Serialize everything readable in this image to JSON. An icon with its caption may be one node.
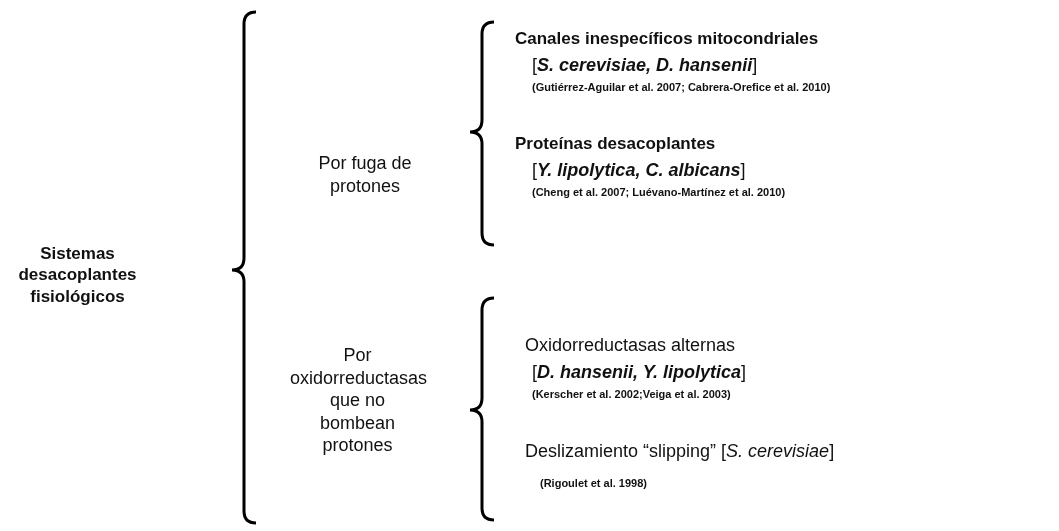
{
  "diagram": {
    "labels": [
      "Sistemas desacoplantes fisiológicos",
      "Por fuga de protones",
      "Canales inespecíficos mitocondriales",
      "[*S. cerevisiae, D. hansenii*]",
      "(Gutiérrez-Aguilar et al. 2007; Cabrera-Orefice et al. 2010)",
      "Proteínas desacoplantes",
      "[*Y. lipolytica, C. albicans*]",
      "(Cheng et al. 2007; Luévano-Martínez et al. 2010)",
      "Por oxidorreductasas que no bombean protones",
      "Oxidorreductasas alternas",
      "[*D. hansenii, Y. lipolytica*]",
      "(Kerscher et al. 2002;Veiga et al. 2003)",
      "Deslizamiento “slipping” [*S. cerevisiae*]",
      "(Rigoulet et al. 1998)"
    ]
  }
}
